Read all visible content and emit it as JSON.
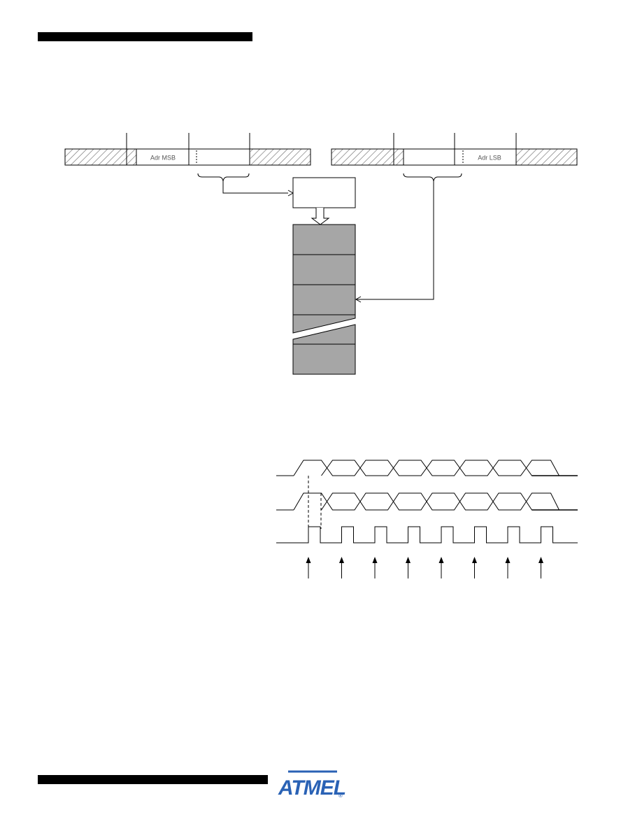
{
  "header": {
    "bar_color": "#000000"
  },
  "footer": {
    "bar_color": "#000000"
  },
  "address_diagram": {
    "msb_register": {
      "field_label": "Adr MSB"
    },
    "lsb_register": {
      "field_label": "Adr LSB"
    },
    "memory_block_color": "#a6a6a6"
  },
  "timing_diagram": {
    "bus_segments": 8,
    "clock_pulses": 8,
    "strobe_arrows": 8
  },
  "logo": {
    "text": "ATMEL",
    "registered_mark": "®",
    "color": "#2a62b5"
  }
}
